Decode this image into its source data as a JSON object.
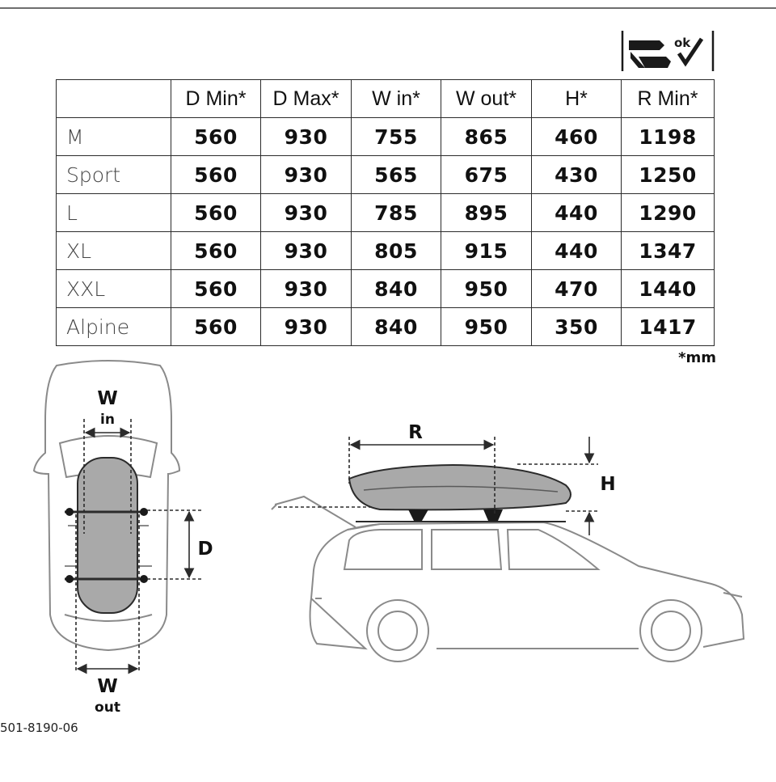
{
  "table": {
    "headers": [
      "",
      "D Min*",
      "D Max*",
      "W in*",
      "W out*",
      "H*",
      "R Min*"
    ],
    "rows": [
      {
        "name": "M",
        "values": [
          "560",
          "930",
          "755",
          "865",
          "460",
          "1198"
        ]
      },
      {
        "name": "Sport",
        "values": [
          "560",
          "930",
          "565",
          "675",
          "430",
          "1250"
        ]
      },
      {
        "name": "L",
        "values": [
          "560",
          "930",
          "785",
          "895",
          "440",
          "1290"
        ]
      },
      {
        "name": "XL",
        "values": [
          "560",
          "930",
          "805",
          "915",
          "440",
          "1347"
        ]
      },
      {
        "name": "XXL",
        "values": [
          "560",
          "930",
          "840",
          "950",
          "470",
          "1440"
        ]
      },
      {
        "name": "Alpine",
        "values": [
          "560",
          "930",
          "840",
          "950",
          "350",
          "1417"
        ]
      }
    ]
  },
  "unit_note": "*mm",
  "ok_icon": {
    "label": "ok",
    "icon": "trunk-opening-ok-icon"
  },
  "diagram_labels": {
    "w_in_main": "W",
    "w_in_sub": "in",
    "d": "D",
    "w_out_main": "W",
    "w_out_sub": "out",
    "r": "R",
    "h": "H"
  },
  "part_number": "501-8190-06",
  "colors": {
    "line": "#2b2b2b",
    "box_fill": "#a9a9a9",
    "car_outline": "#7a7a7a"
  }
}
